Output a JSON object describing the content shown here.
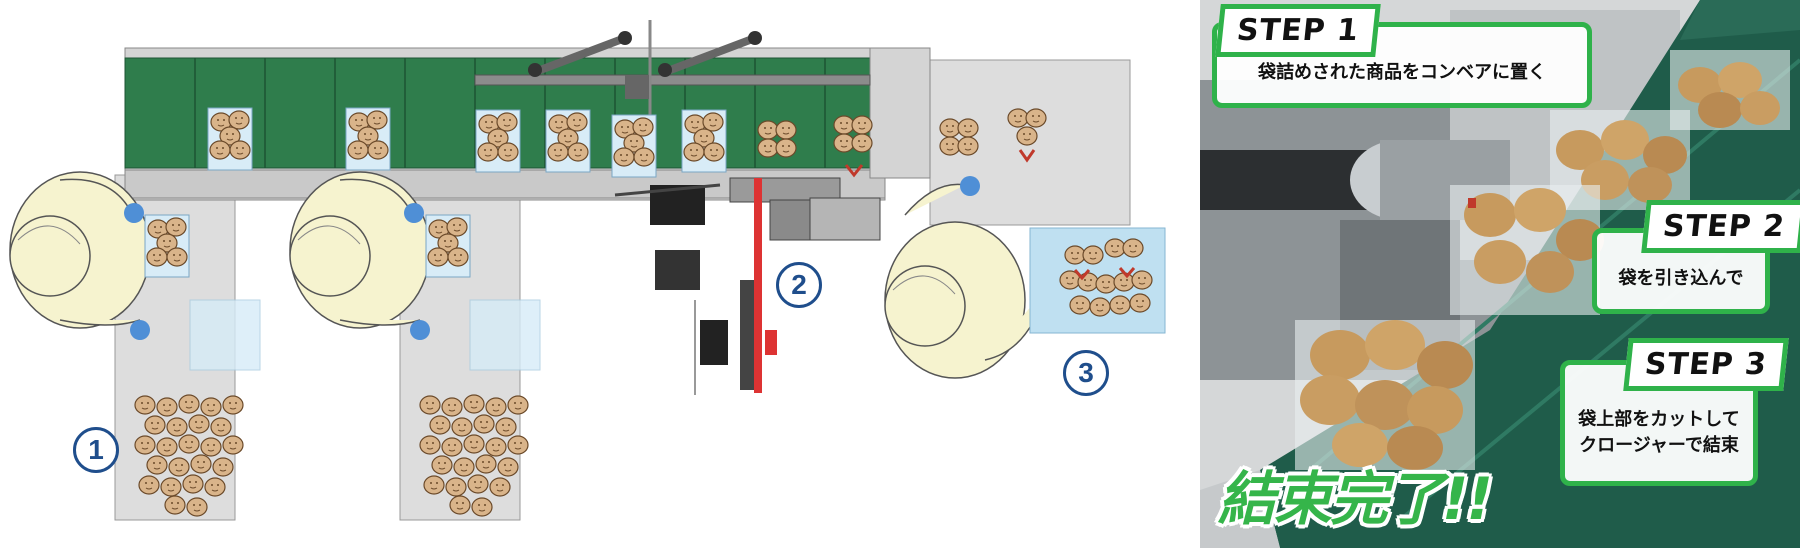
{
  "diagram": {
    "markers": [
      "1",
      "2",
      "3"
    ]
  },
  "photo": {
    "step1": {
      "tag": "STEP 1",
      "text": "袋詰めされた商品をコンベアに置く"
    },
    "step2": {
      "tag": "STEP 2",
      "text": "袋を引き込んで"
    },
    "step3": {
      "tag": "STEP 3",
      "line1": "袋上部をカットして",
      "line2": "クロージャーで結束"
    },
    "done": "結束完了!!"
  },
  "colors": {
    "conveyor_green": "#2f7d4c",
    "accent_green": "#2fb24a",
    "marker_blue": "#1f4e8c",
    "potato": "#d9b48a"
  }
}
